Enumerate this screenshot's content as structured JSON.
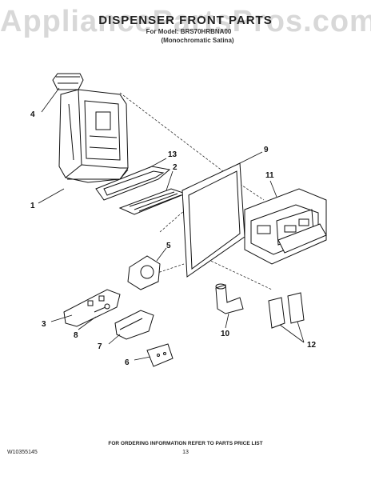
{
  "header": {
    "watermark": "AppliancePartsPros.com",
    "title": "DISPENSER FRONT PARTS",
    "model_line": "For Model: BRS70HRBNA00",
    "variant_line": "(Monochromatic Satina)"
  },
  "callouts": [
    "1",
    "2",
    "3",
    "4",
    "5",
    "6",
    "7",
    "8",
    "9",
    "10",
    "11",
    "12",
    "13"
  ],
  "footer": {
    "order_note": "FOR ORDERING INFORMATION REFER TO PARTS PRICE LIST",
    "doc_number": "W10355145",
    "page_number": "13"
  }
}
